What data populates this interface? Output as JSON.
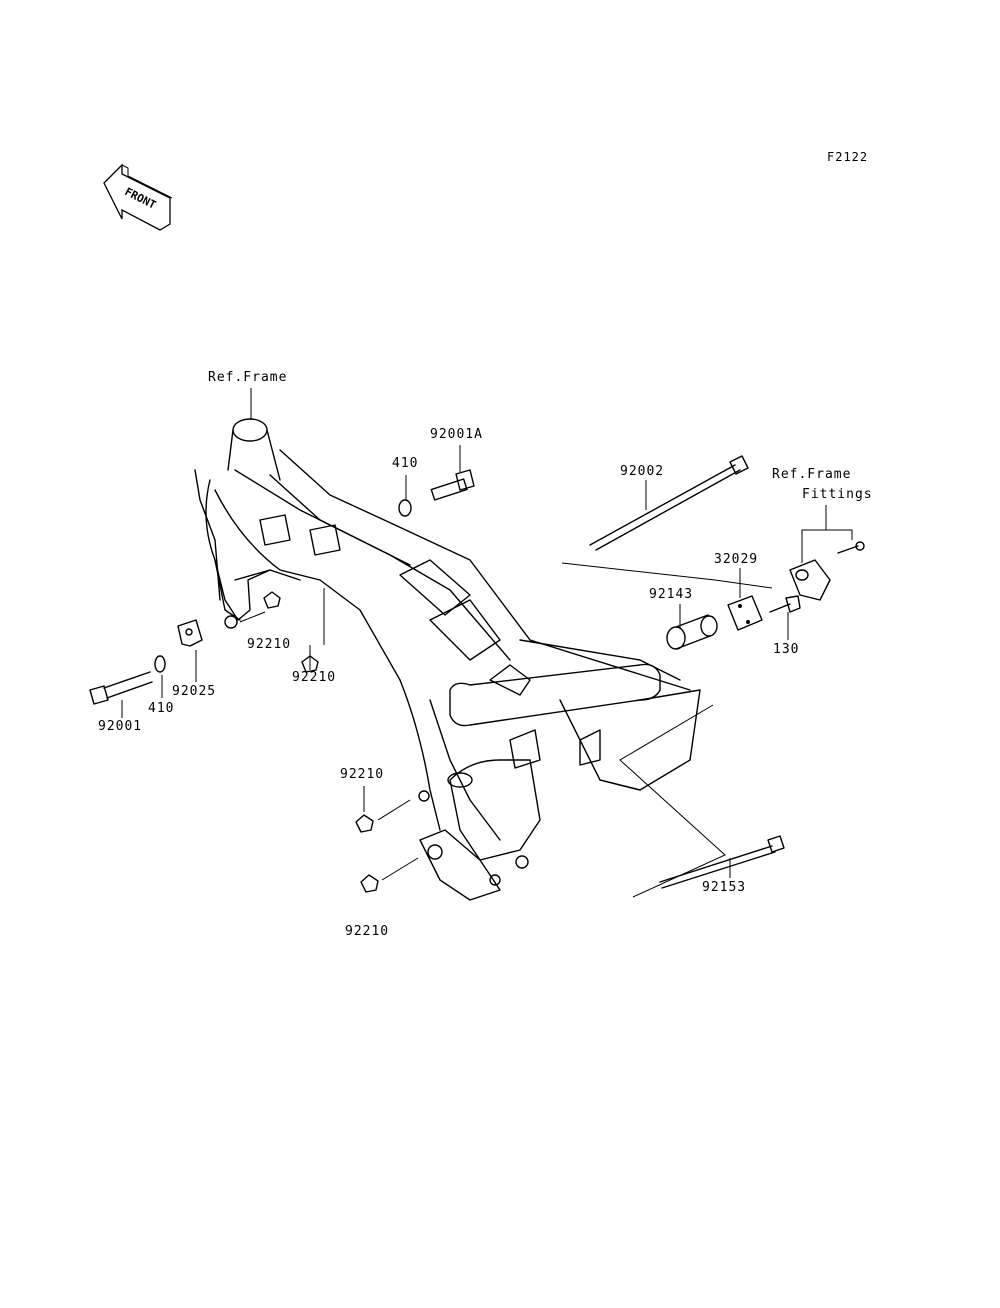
{
  "figure_code": "F2122",
  "front_arrow": {
    "text": "FRONT",
    "icon": "front-arrow-icon"
  },
  "labels": {
    "ref_frame": "Ref.Frame",
    "ref_frame_fittings_line1": "Ref.Frame",
    "ref_frame_fittings_line2": "Fittings",
    "p92001A": "92001A",
    "p410_top": "410",
    "p92002": "92002",
    "p32029": "32029",
    "p92143": "92143",
    "p130": "130",
    "p92210_a": "92210",
    "p92210_b": "92210",
    "p92025": "92025",
    "p410_left": "410",
    "p92001": "92001",
    "p92210_c": "92210",
    "p92210_d": "92210",
    "p92153": "92153"
  }
}
